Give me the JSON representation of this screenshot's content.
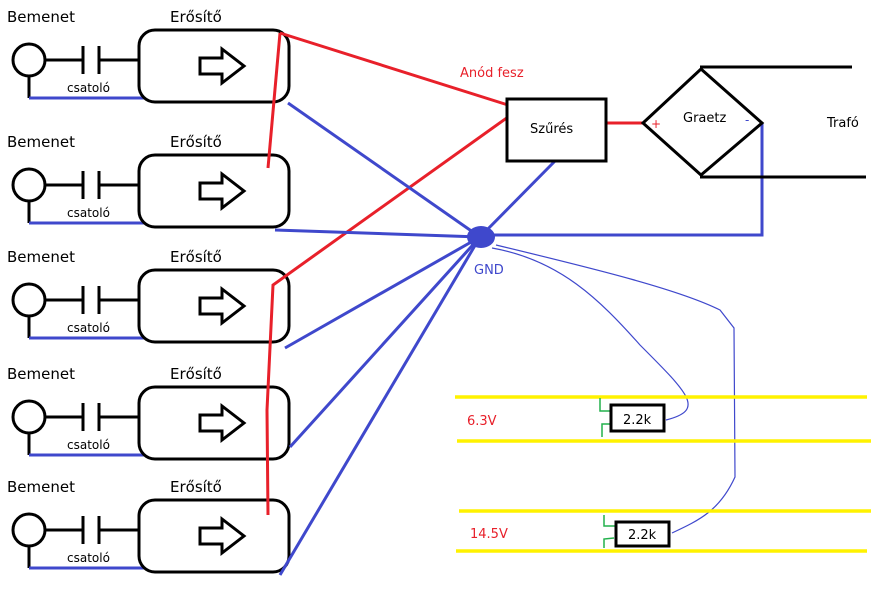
{
  "stages": [
    {
      "input_label": "Bemenet",
      "amp_label": "Erősítő",
      "cap_label": "csatoló"
    },
    {
      "input_label": "Bemenet",
      "amp_label": "Erősítő",
      "cap_label": "csatoló"
    },
    {
      "input_label": "Bemenet",
      "amp_label": "Erősítő",
      "cap_label": "csatoló"
    },
    {
      "input_label": "Bemenet",
      "amp_label": "Erősítő",
      "cap_label": "csatoló"
    },
    {
      "input_label": "Bemenet",
      "amp_label": "Erősítő",
      "cap_label": "csatoló"
    }
  ],
  "anode_label": "Anód fesz",
  "filter_label": "Szűrés",
  "rectifier": {
    "label": "Graetz",
    "plus": "+",
    "minus": "-"
  },
  "transformer_label": "Trafó",
  "gnd_label": "GND",
  "heaters": [
    {
      "voltage": "6.3V",
      "resistor": "2.2k"
    },
    {
      "voltage": "14.5V",
      "resistor": "2.2k"
    }
  ],
  "colors": {
    "wire": "#000000",
    "anode": "#e8202a",
    "ground": "#3f48cc",
    "heater_rail": "#fff200",
    "heater_tap": "#22b14c",
    "voltage_text": "#e8202a"
  }
}
